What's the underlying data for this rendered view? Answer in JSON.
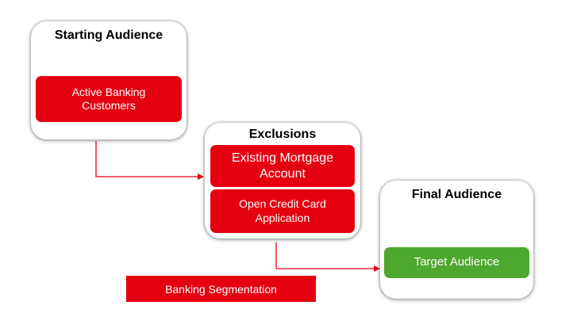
{
  "colors": {
    "red": "#e50010",
    "green": "#4ea72e",
    "connector": "#e50010"
  },
  "starting": {
    "title": "Starting Audience",
    "item": "Active Banking Customers"
  },
  "exclusions": {
    "title": "Exclusions",
    "items": [
      "Existing Mortgage Account",
      "Open Credit Card Application"
    ]
  },
  "final": {
    "title": "Final Audience",
    "item": "Target Audience"
  },
  "label": "Banking Segmentation"
}
